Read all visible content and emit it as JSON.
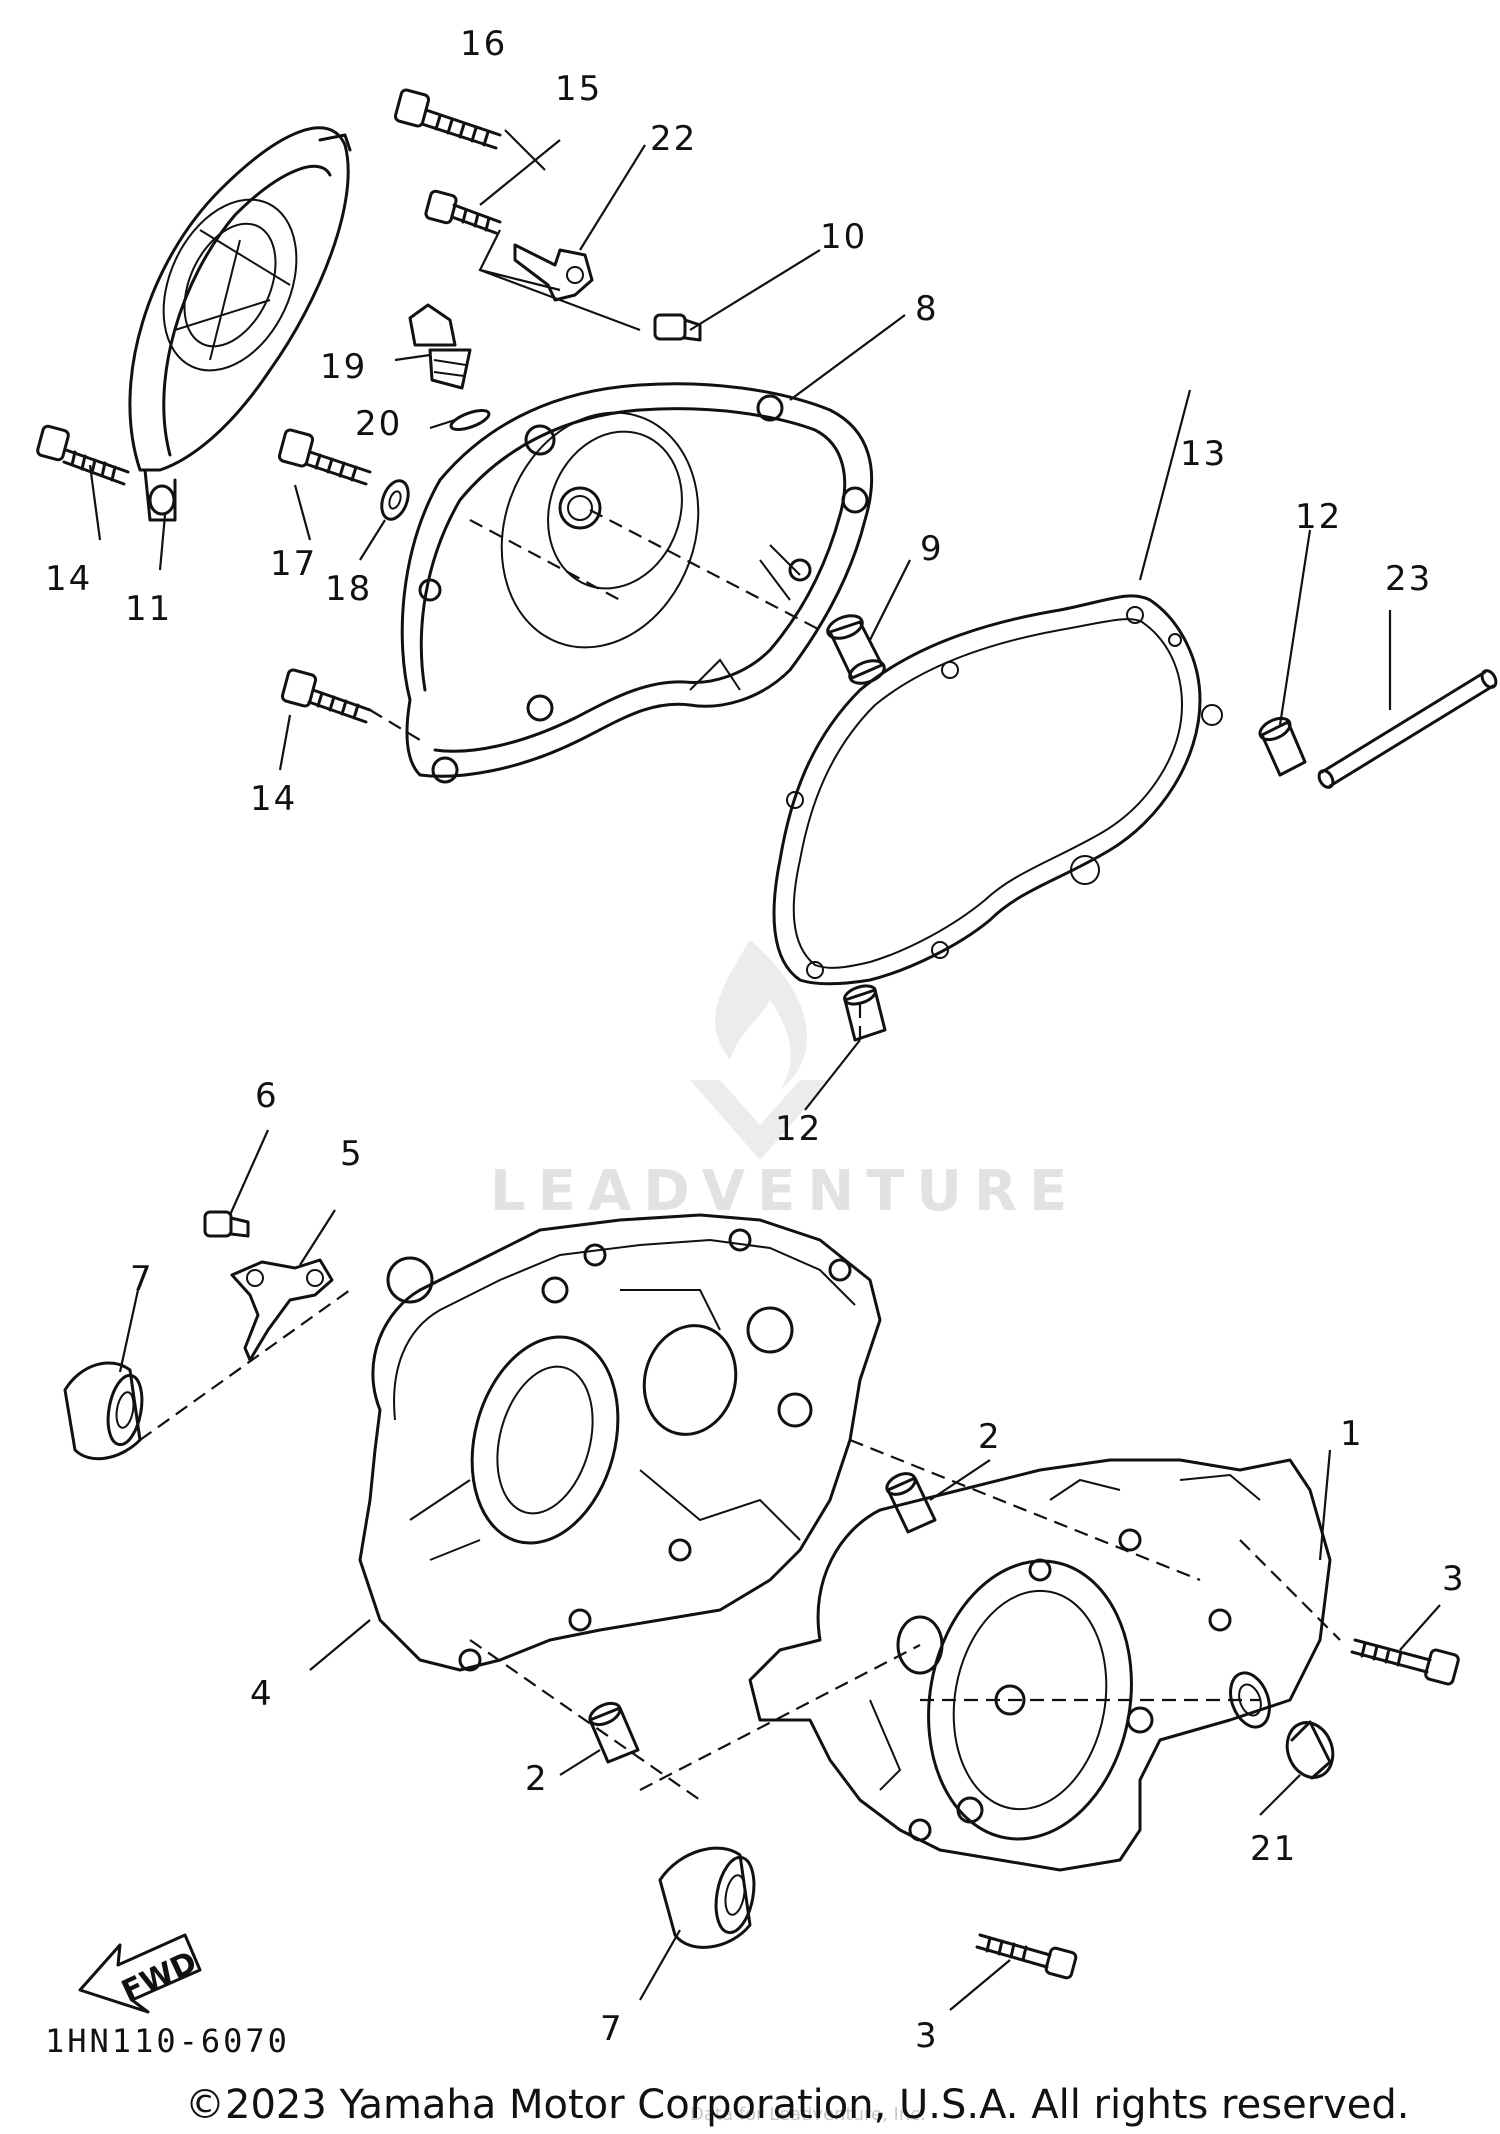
{
  "callouts": {
    "c1": "1",
    "c2a": "2",
    "c2b": "2",
    "c3a": "3",
    "c3b": "3",
    "c4": "4",
    "c5": "5",
    "c6": "6",
    "c7a": "7",
    "c7b": "7",
    "c8": "8",
    "c9": "9",
    "c10": "10",
    "c11": "11",
    "c12a": "12",
    "c12b": "12",
    "c13": "13",
    "c14a": "14",
    "c14b": "14",
    "c15": "15",
    "c16": "16",
    "c17": "17",
    "c18": "18",
    "c19": "19",
    "c20": "20",
    "c21": "21",
    "c22": "22",
    "c23": "23"
  },
  "diagram_code": "1HN110-6070",
  "fwd_label": "FWD",
  "watermark": {
    "brand": "LEADVENTURE",
    "small_text": "Data for Leadventure, Inc."
  },
  "copyright": "©2023 Yamaha Motor Corporation, U.S.A. All rights reserved.",
  "colors": {
    "ink": "#111111",
    "watermark": "#e2e2e2",
    "background": "#ffffff"
  }
}
